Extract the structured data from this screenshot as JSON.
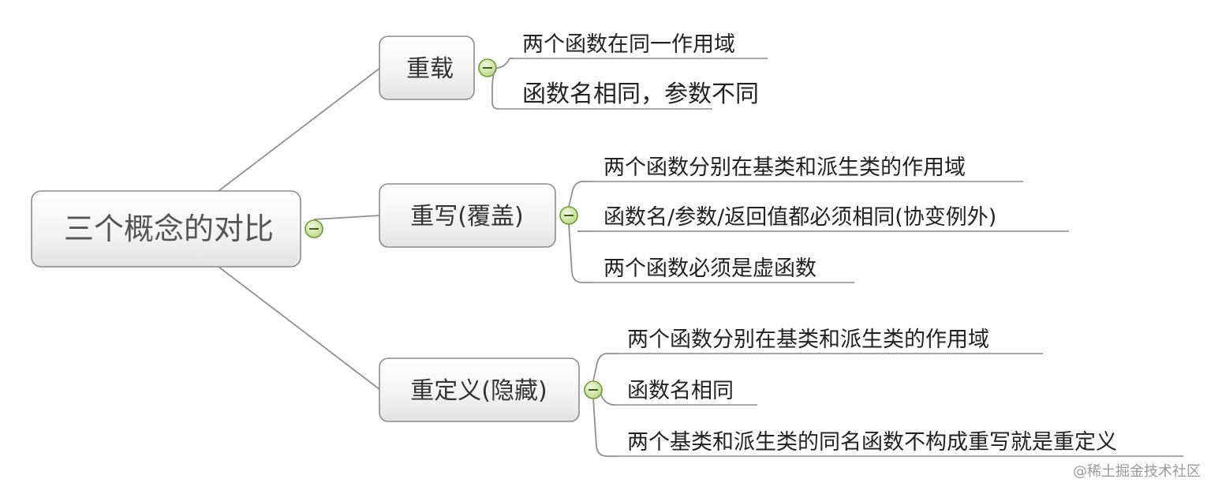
{
  "root": {
    "label": "三个概念的对比"
  },
  "branches": [
    {
      "label": "重载",
      "items": [
        "两个函数在同一作用域",
        "函数名相同，参数不同"
      ]
    },
    {
      "label": "重写(覆盖)",
      "items": [
        "两个函数分别在基类和派生类的作用域",
        "函数名/参数/返回值都必须相同(协变例外)",
        "两个函数必须是虚函数"
      ]
    },
    {
      "label": "重定义(隐藏)",
      "items": [
        "两个函数分别在基类和派生类的作用域",
        "函数名相同",
        "两个基类和派生类的同名函数不构成重写就是重定义"
      ]
    }
  ],
  "watermark": "@稀土掘金技术社区",
  "colors": {
    "connector": "#909090",
    "node_border": "#8c8c8c",
    "toggle_fill": "#c9e29a",
    "toggle_border": "#6f9a35"
  }
}
